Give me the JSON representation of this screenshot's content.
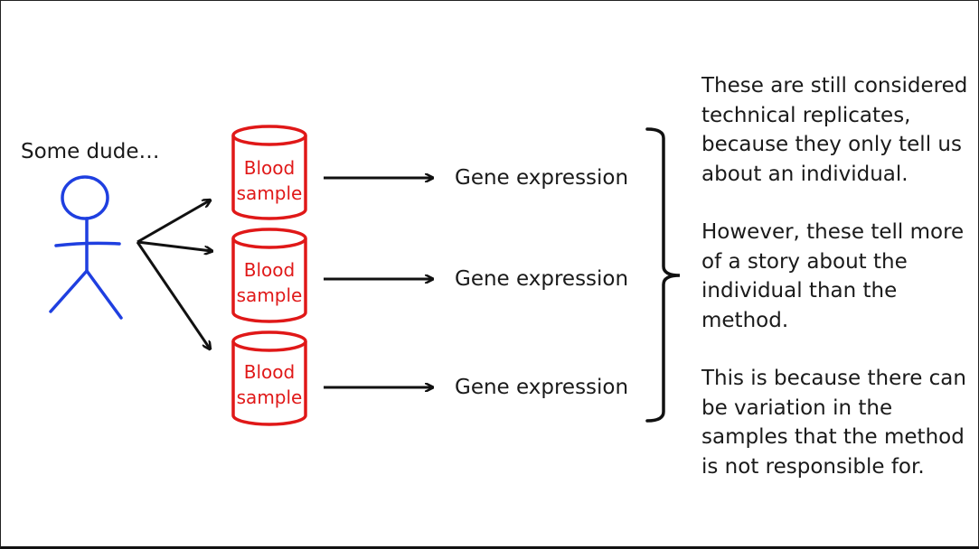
{
  "colors": {
    "person": "#1f3fe0",
    "sample": "#e01818",
    "arrow": "#111111",
    "text": "#1a1a1a"
  },
  "person": {
    "label": "Some dude…"
  },
  "samples": [
    {
      "line1": "Blood",
      "line2": "sample",
      "result": "Gene expression"
    },
    {
      "line1": "Blood",
      "line2": "sample",
      "result": "Gene expression"
    },
    {
      "line1": "Blood",
      "line2": "sample",
      "result": "Gene expression"
    }
  ],
  "notes": [
    {
      "lines": [
        "These are still considered",
        "technical replicates,",
        "because they only tell us",
        "about an individual."
      ]
    },
    {
      "lines": [
        "However, these tell more",
        "of a story about the",
        "individual than the",
        "method."
      ]
    },
    {
      "lines": [
        "This is because there can",
        "be variation in the",
        "samples that the method",
        "is not responsible for."
      ]
    }
  ]
}
